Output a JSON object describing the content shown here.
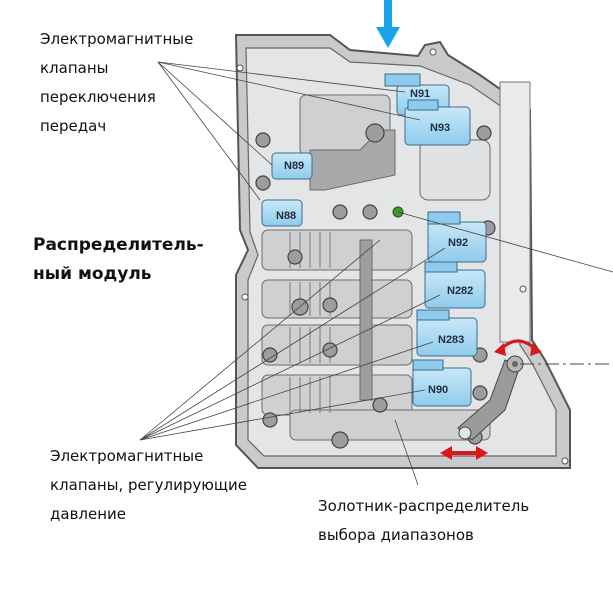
{
  "labels": {
    "shift_solenoids": [
      "Электромагнитные",
      "клапаны",
      "переключения",
      "передач"
    ],
    "valve_body": [
      "Распределитель-",
      "ный модуль"
    ],
    "pressure_solenoids": [
      "Электромагнитные",
      "клапаны, регулирующие",
      "давление"
    ],
    "selector_valve": [
      "Золотник-распределитель",
      "выбора диапазонов"
    ]
  },
  "solenoids": {
    "n91": "N91",
    "n93": "N93",
    "n89": "N89",
    "n88": "N88",
    "n92": "N92",
    "n282": "N282",
    "n283": "N283",
    "n90": "N90"
  },
  "colors": {
    "arrow_blue": "#1aa3e8",
    "solenoid_blue": "#a9d8f2",
    "arrow_red": "#d7191c",
    "sensor_green": "#3c9a2a",
    "body_gray": "#d9dadb"
  }
}
